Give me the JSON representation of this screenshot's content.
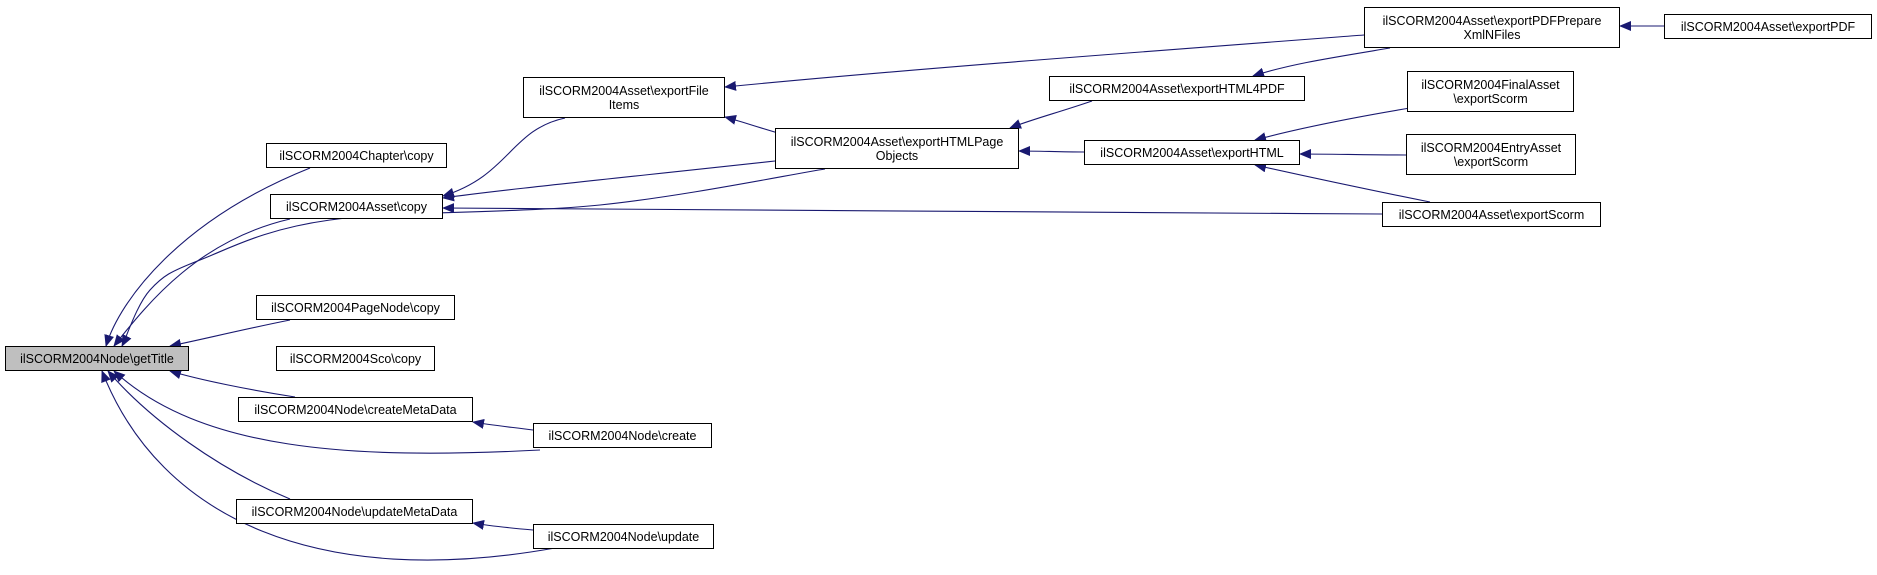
{
  "graph": {
    "edge_color": "#191970",
    "root_fill": "#bfbfbf",
    "node_fill": "#ffffff",
    "nodes": [
      {
        "id": "getTitle",
        "label": "ilSCORM2004Node\\getTitle",
        "root": true
      },
      {
        "id": "chapterCopy",
        "label": "ilSCORM2004Chapter\\copy"
      },
      {
        "id": "assetCopy",
        "label": "ilSCORM2004Asset\\copy"
      },
      {
        "id": "pageNodeCopy",
        "label": "ilSCORM2004PageNode\\copy"
      },
      {
        "id": "scoCopy",
        "label": "ilSCORM2004Sco\\copy"
      },
      {
        "id": "createMetaData",
        "label": "ilSCORM2004Node\\createMetaData"
      },
      {
        "id": "create",
        "label": "ilSCORM2004Node\\create"
      },
      {
        "id": "updateMetaData",
        "label": "ilSCORM2004Node\\updateMetaData"
      },
      {
        "id": "update",
        "label": "ilSCORM2004Node\\update"
      },
      {
        "id": "exportFileItems",
        "label": "ilSCORM2004Asset\\exportFile\nItems"
      },
      {
        "id": "exportHTMLPageObjects",
        "label": "ilSCORM2004Asset\\exportHTMLPage\nObjects"
      },
      {
        "id": "exportHTML4PDF",
        "label": "ilSCORM2004Asset\\exportHTML4PDF"
      },
      {
        "id": "exportHTML",
        "label": "ilSCORM2004Asset\\exportHTML"
      },
      {
        "id": "exportPDFPrepareXmlNFiles",
        "label": "ilSCORM2004Asset\\exportPDFPrepare\nXmlNFiles"
      },
      {
        "id": "exportPDF",
        "label": "ilSCORM2004Asset\\exportPDF"
      },
      {
        "id": "finalAssetExportScorm",
        "label": "ilSCORM2004FinalAsset\n\\exportScorm"
      },
      {
        "id": "entryAssetExportScorm",
        "label": "ilSCORM2004EntryAsset\n\\exportScorm"
      },
      {
        "id": "assetExportScorm",
        "label": "ilSCORM2004Asset\\exportScorm"
      }
    ],
    "edges": [
      {
        "from": "chapterCopy",
        "to": "getTitle"
      },
      {
        "from": "assetCopy",
        "to": "getTitle"
      },
      {
        "from": "exportHTMLPageObjects",
        "to": "getTitle"
      },
      {
        "from": "pageNodeCopy",
        "to": "getTitle"
      },
      {
        "from": "scoCopy",
        "to": "getTitle"
      },
      {
        "from": "createMetaData",
        "to": "getTitle"
      },
      {
        "from": "create",
        "to": "getTitle"
      },
      {
        "from": "updateMetaData",
        "to": "getTitle"
      },
      {
        "from": "update",
        "to": "getTitle"
      },
      {
        "from": "exportFileItems",
        "to": "assetCopy"
      },
      {
        "from": "exportHTMLPageObjects",
        "to": "assetCopy"
      },
      {
        "from": "assetExportScorm",
        "to": "assetCopy"
      },
      {
        "from": "create",
        "to": "createMetaData"
      },
      {
        "from": "update",
        "to": "updateMetaData"
      },
      {
        "from": "exportPDFPrepareXmlNFiles",
        "to": "exportFileItems"
      },
      {
        "from": "exportHTMLPageObjects",
        "to": "exportFileItems"
      },
      {
        "from": "exportHTML4PDF",
        "to": "exportHTMLPageObjects"
      },
      {
        "from": "exportHTML",
        "to": "exportHTMLPageObjects"
      },
      {
        "from": "exportPDFPrepareXmlNFiles",
        "to": "exportHTML4PDF"
      },
      {
        "from": "exportPDF",
        "to": "exportPDFPrepareXmlNFiles"
      },
      {
        "from": "finalAssetExportScorm",
        "to": "exportHTML"
      },
      {
        "from": "entryAssetExportScorm",
        "to": "exportHTML"
      },
      {
        "from": "assetExportScorm",
        "to": "exportHTML"
      }
    ]
  }
}
